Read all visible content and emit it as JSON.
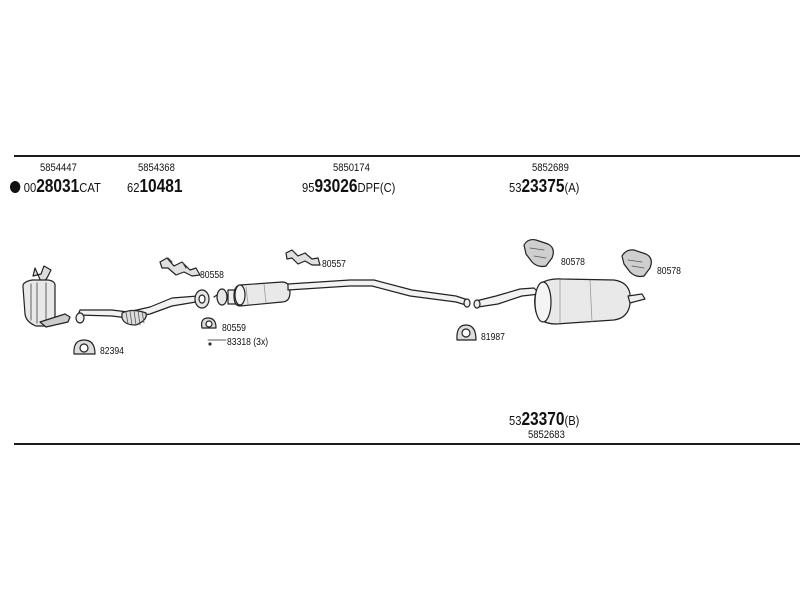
{
  "header_parts": [
    {
      "oe": "5854447",
      "prefix": "00",
      "number": "28031",
      "suffix": "CAT",
      "has_dot": true
    },
    {
      "oe": "5854368",
      "prefix": "62",
      "number": "10481",
      "suffix": ""
    },
    {
      "oe": "5850174",
      "prefix": "95",
      "number": "93026",
      "suffix": "DPF(C)"
    },
    {
      "oe": "5852689",
      "prefix": "53",
      "number": "23375",
      "suffix": "(A)"
    }
  ],
  "footer_part": {
    "oe": "5852683",
    "prefix": "53",
    "number": "23370",
    "suffix": "(B)"
  },
  "callouts": {
    "c82394": "82394",
    "c80558": "80558",
    "c80559": "80559",
    "c83318": "83318 (3x)",
    "c80557": "80557",
    "c81987": "81987",
    "c80578a": "80578",
    "c80578b": "80578"
  }
}
